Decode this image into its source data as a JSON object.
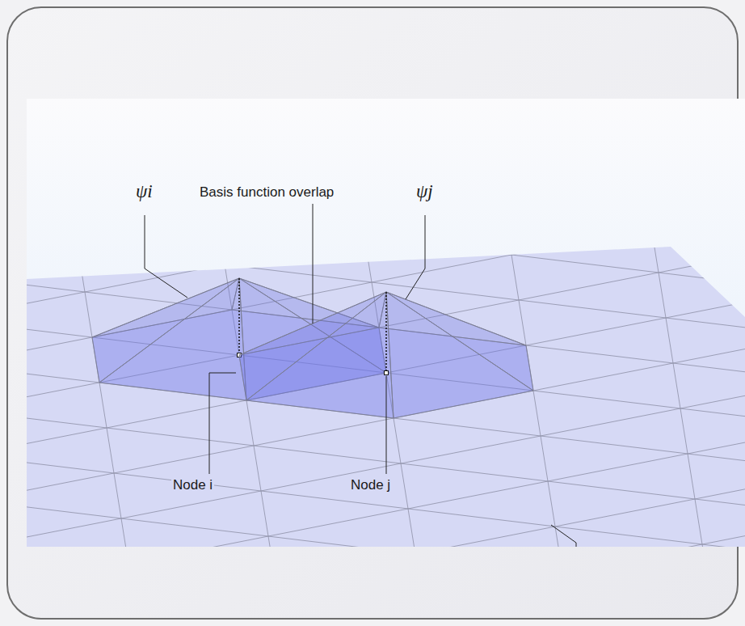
{
  "diagram": {
    "labels": [
      "ψi",
      "Basis function overlap",
      "ψj",
      "Node i",
      "Node j"
    ]
  }
}
